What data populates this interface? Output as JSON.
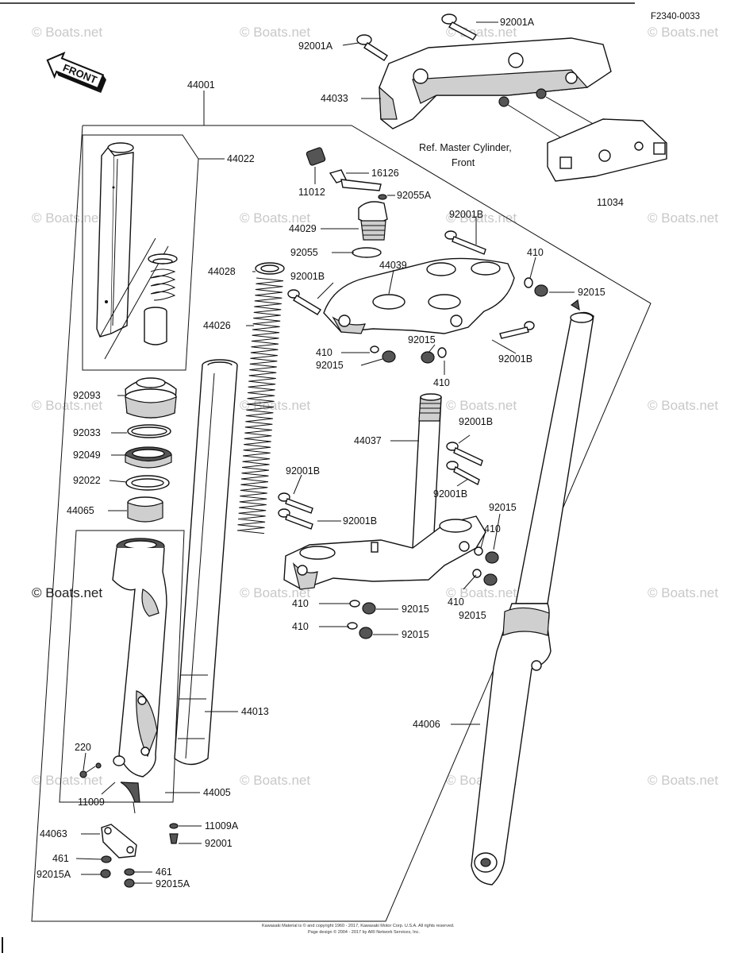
{
  "diagram_code": "F2340-0033",
  "front_arrow": "FRONT",
  "watermark": "© Boats.net",
  "ref_note_line1": "Ref.  Master Cylinder,",
  "ref_note_line2": "Front",
  "copyright_line1": "Kawasaki Material is © and copyright 1960 - 2017, Kawasaki Motor Corp. U.S.A. All rights reserved.",
  "copyright_line2": "Page design © 2004 - 2017 by ARI Network Services, Inc.",
  "labels": [
    {
      "id": "44001",
      "text": "44001"
    },
    {
      "id": "44022",
      "text": "44022"
    },
    {
      "id": "92001A-top",
      "text": "92001A"
    },
    {
      "id": "92001A-left",
      "text": "92001A"
    },
    {
      "id": "44033",
      "text": "44033"
    },
    {
      "id": "11012",
      "text": "11012"
    },
    {
      "id": "16126",
      "text": "16126"
    },
    {
      "id": "92055A",
      "text": "92055A"
    },
    {
      "id": "11034",
      "text": "11034"
    },
    {
      "id": "44029",
      "text": "44029"
    },
    {
      "id": "92001B-a",
      "text": "92001B"
    },
    {
      "id": "92055",
      "text": "92055"
    },
    {
      "id": "44039",
      "text": "44039"
    },
    {
      "id": "410-a",
      "text": "410"
    },
    {
      "id": "44028",
      "text": "44028"
    },
    {
      "id": "92001B-b",
      "text": "92001B"
    },
    {
      "id": "92015-a",
      "text": "92015"
    },
    {
      "id": "44026",
      "text": "44026"
    },
    {
      "id": "92015-b",
      "text": "92015"
    },
    {
      "id": "410-b",
      "text": "410"
    },
    {
      "id": "92015-c",
      "text": "92015"
    },
    {
      "id": "92001B-c",
      "text": "92001B"
    },
    {
      "id": "410-c",
      "text": "410"
    },
    {
      "id": "92093",
      "text": "92093"
    },
    {
      "id": "92001B-d",
      "text": "92001B"
    },
    {
      "id": "92033",
      "text": "92033"
    },
    {
      "id": "44037",
      "text": "44037"
    },
    {
      "id": "92049",
      "text": "92049"
    },
    {
      "id": "92001B-e",
      "text": "92001B"
    },
    {
      "id": "92022",
      "text": "92022"
    },
    {
      "id": "92001B-f",
      "text": "92001B"
    },
    {
      "id": "92015-d",
      "text": "92015"
    },
    {
      "id": "44065",
      "text": "44065"
    },
    {
      "id": "92001B-g",
      "text": "92001B"
    },
    {
      "id": "410-d",
      "text": "410"
    },
    {
      "id": "410-e",
      "text": "410"
    },
    {
      "id": "92015-e",
      "text": "92015"
    },
    {
      "id": "410-f",
      "text": "410"
    },
    {
      "id": "92015-f",
      "text": "92015"
    },
    {
      "id": "410-g",
      "text": "410"
    },
    {
      "id": "92015-g",
      "text": "92015"
    },
    {
      "id": "44013",
      "text": "44013"
    },
    {
      "id": "44006",
      "text": "44006"
    },
    {
      "id": "220",
      "text": "220"
    },
    {
      "id": "44005",
      "text": "44005"
    },
    {
      "id": "11009",
      "text": "11009"
    },
    {
      "id": "11009A",
      "text": "11009A"
    },
    {
      "id": "44063",
      "text": "44063"
    },
    {
      "id": "92001",
      "text": "92001"
    },
    {
      "id": "461-a",
      "text": "461"
    },
    {
      "id": "461-b",
      "text": "461"
    },
    {
      "id": "92015A-a",
      "text": "92015A"
    },
    {
      "id": "92015A-b",
      "text": "92015A"
    }
  ]
}
